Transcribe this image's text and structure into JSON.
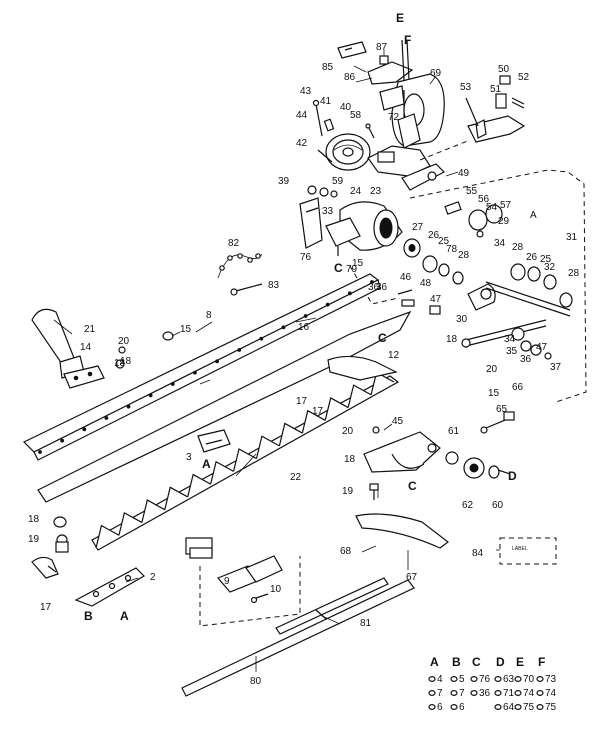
{
  "callouts": [
    "2",
    "3",
    "8",
    "9",
    "10",
    "12",
    "14",
    "15",
    "16",
    "17",
    "18",
    "19",
    "20",
    "21",
    "22",
    "23",
    "24",
    "25",
    "26",
    "27",
    "28",
    "29",
    "30",
    "31",
    "32",
    "33",
    "34",
    "35",
    "36",
    "37",
    "39",
    "40",
    "41",
    "42",
    "43",
    "44",
    "45",
    "46",
    "47",
    "48",
    "49",
    "50",
    "51",
    "52",
    "53",
    "54",
    "55",
    "56",
    "57",
    "58",
    "59",
    "60",
    "61",
    "62",
    "63",
    "64",
    "65",
    "66",
    "67",
    "68",
    "69",
    "70",
    "71",
    "72",
    "73",
    "74",
    "75",
    "76",
    "78",
    "79",
    "80",
    "81",
    "82",
    "83",
    "84",
    "85",
    "86",
    "87"
  ],
  "letters": [
    "A",
    "B",
    "C",
    "D",
    "E",
    "F"
  ],
  "labels_extra": {
    "label_tag": "LABEL"
  }
}
